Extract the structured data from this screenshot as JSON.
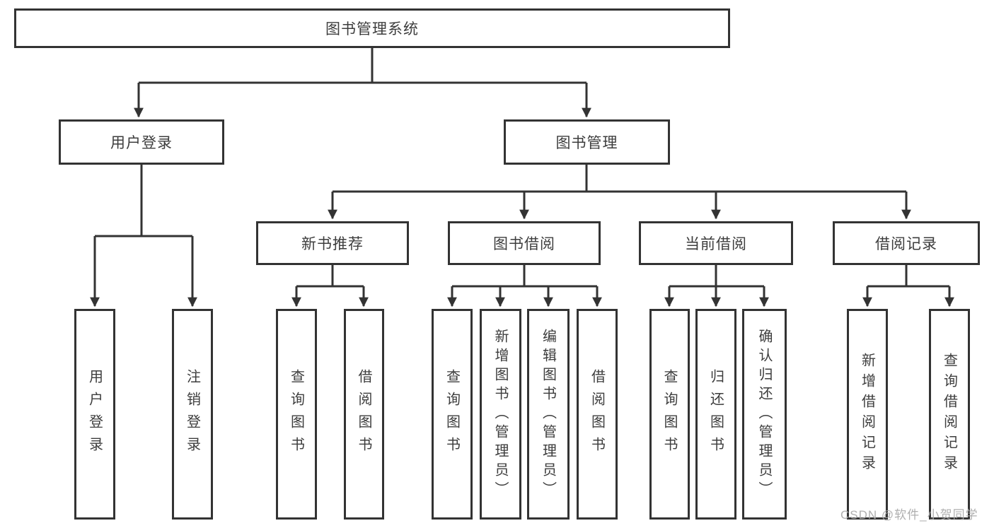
{
  "tree": {
    "label": "图书管理系统",
    "children": [
      {
        "label": "用户登录",
        "children": [
          {
            "label": "用户登录"
          },
          {
            "label": "注销登录"
          }
        ]
      },
      {
        "label": "图书管理",
        "children": [
          {
            "label": "新书推荐",
            "children": [
              {
                "label": "查询图书"
              },
              {
                "label": "借阅图书"
              }
            ]
          },
          {
            "label": "图书借阅",
            "children": [
              {
                "label": "查询图书"
              },
              {
                "label": "新增图书（管理员）"
              },
              {
                "label": "编辑图书（管理员）"
              },
              {
                "label": "借阅图书"
              }
            ]
          },
          {
            "label": "当前借阅",
            "children": [
              {
                "label": "查询图书"
              },
              {
                "label": "归还图书"
              },
              {
                "label": "确认归还（管理员）"
              }
            ]
          },
          {
            "label": "借阅记录",
            "children": [
              {
                "label": "新增借阅记录"
              },
              {
                "label": "查询借阅记录"
              }
            ]
          }
        ]
      }
    ]
  },
  "watermark": {
    "text": "CSDN @软件_小贺同学"
  },
  "colors": {
    "line": "#333333",
    "box_border": "#333333",
    "box_fill": "#ffffff",
    "text": "#3d3d3d",
    "background": "#ffffff",
    "watermark": "#a8a8a8"
  }
}
